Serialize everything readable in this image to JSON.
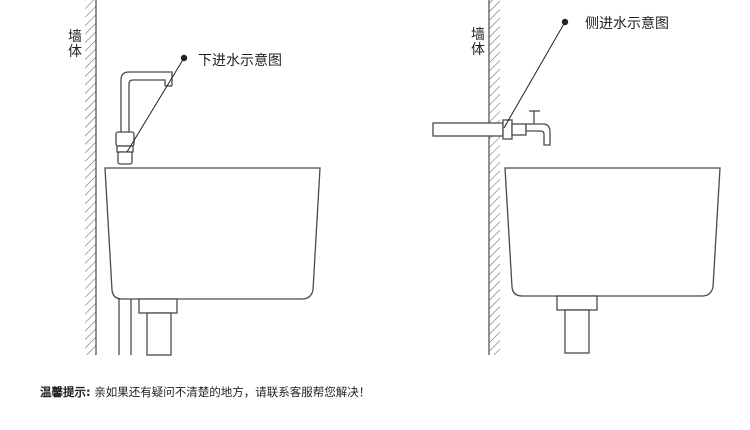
{
  "left_panel": {
    "wall_label": [
      "墙",
      "体"
    ],
    "callout": "下进水示意图"
  },
  "right_panel": {
    "wall_label": [
      "墙",
      "体"
    ],
    "callout": "侧进水示意图"
  },
  "tip": {
    "label": "温馨提示:",
    "text": " 亲如果还有疑问不清楚的地方，请联系客服帮您解决！"
  },
  "colors": {
    "line": "#4a4a4a",
    "hatch": "#666666",
    "text": "#222222"
  }
}
